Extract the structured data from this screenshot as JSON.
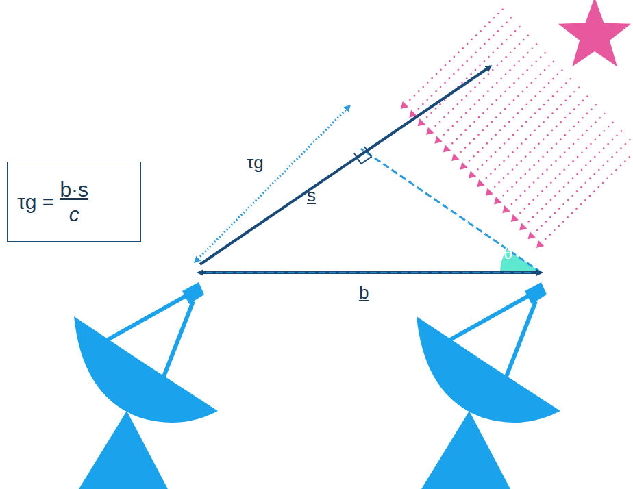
{
  "diagram": {
    "nodes": [
      {
        "text": [
          "τg =",
          "b·s",
          "c"
        ]
      }
    ],
    "labels": [
      "τg",
      "s",
      "b",
      "θ"
    ]
  }
}
